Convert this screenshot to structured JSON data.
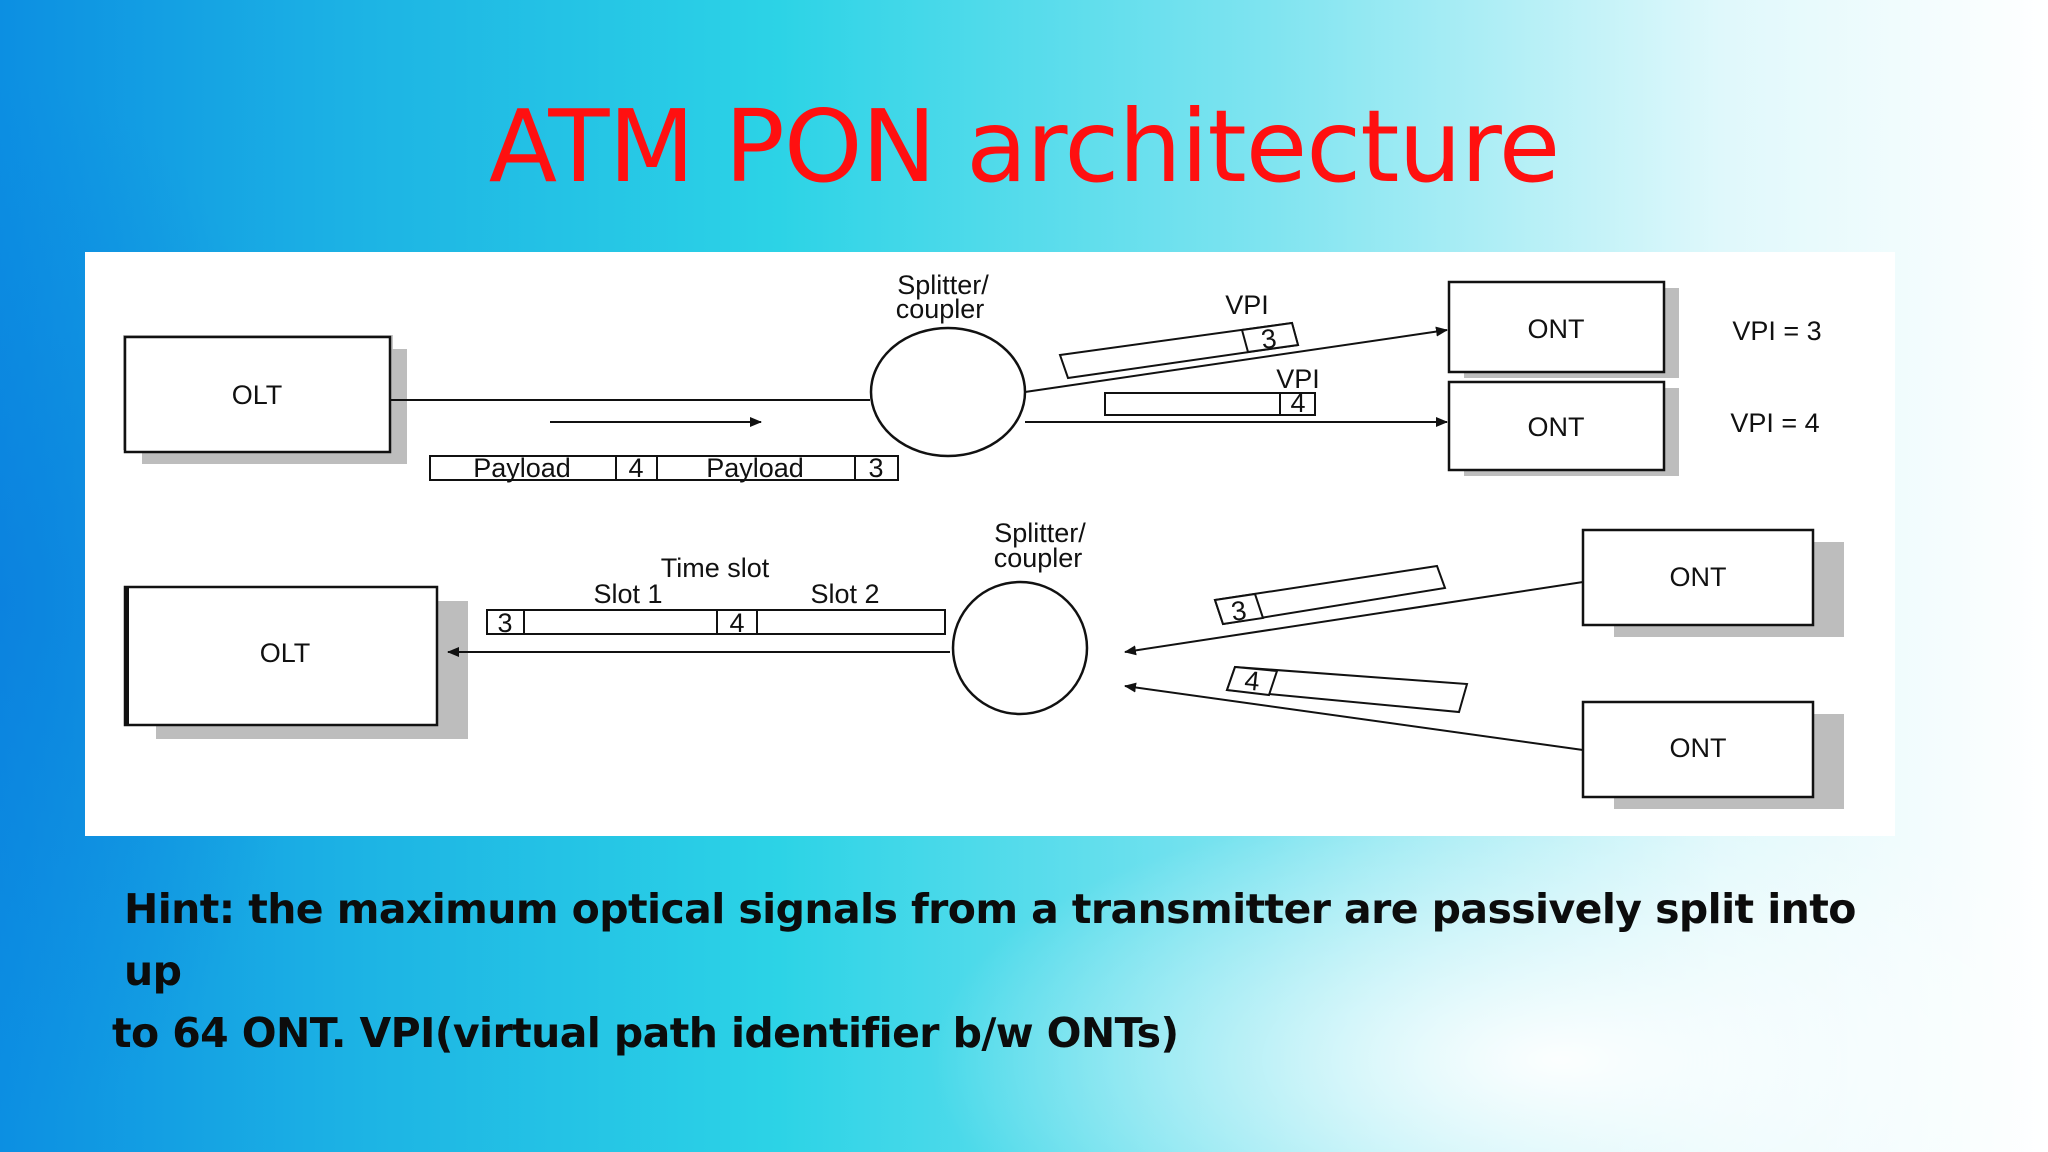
{
  "slide": {
    "title": "ATM PON architecture",
    "hint_line1": "Hint: the maximum optical signals from a transmitter are passively split into up",
    "hint_line2": "to 64 ONT. VPI(virtual path identifier b/w ONTs)"
  },
  "diagram": {
    "downstream": {
      "olt_label": "OLT",
      "splitter_label_line1": "Splitter/",
      "splitter_label_line2": "coupler",
      "frame_labels": [
        "Payload",
        "4",
        "Payload",
        "3"
      ],
      "vpi_label_top": "VPI",
      "vpi_value_top": "3",
      "vpi_label_bottom": "VPI",
      "vpi_value_bottom": "4",
      "ont_top_label": "ONT",
      "ont_bottom_label": "ONT",
      "ont_top_vpi": "VPI = 3",
      "ont_bottom_vpi": "VPI = 4"
    },
    "upstream": {
      "olt_label": "OLT",
      "splitter_label_line1": "Splitter/",
      "splitter_label_line2": "coupler",
      "time_slot_label": "Time slot",
      "slot1_label": "Slot 1",
      "slot2_label": "Slot 2",
      "slot1_value": "3",
      "slot2_value": "4",
      "cell_top_value": "3",
      "cell_bottom_value": "4",
      "ont_top_label": "ONT",
      "ont_bottom_label": "ONT"
    }
  },
  "colors": {
    "title": "#ff1010",
    "hint_text": "#0c0c0c",
    "diagram_lines": "#111111",
    "box_shadow": "#bdbdbd"
  }
}
